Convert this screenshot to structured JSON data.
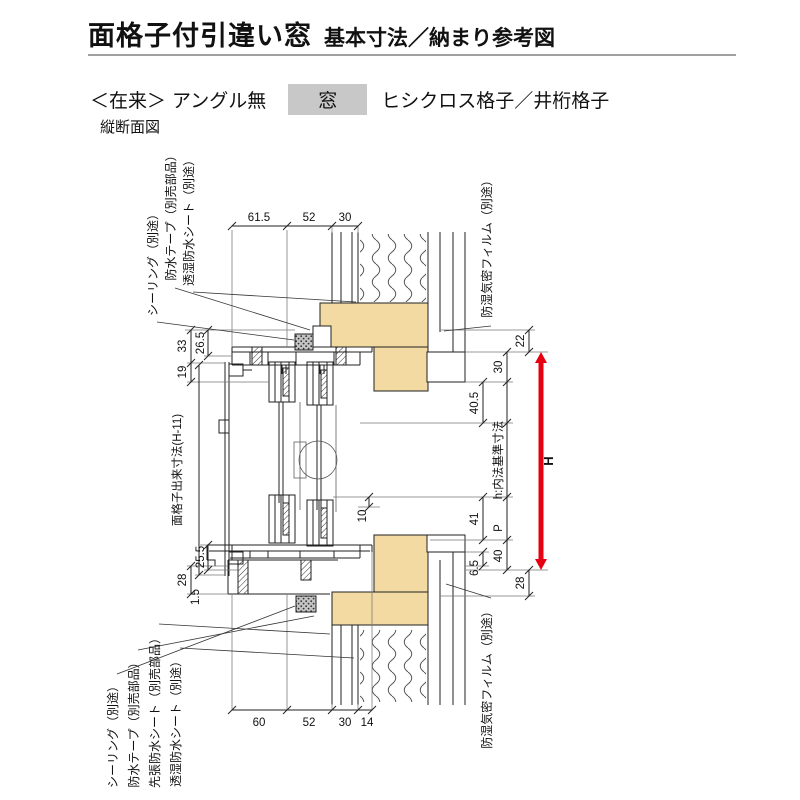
{
  "page": {
    "title_main": "面格子付引違い窓",
    "title_sub": "基本寸法／納まり参考図",
    "variant": "＜在来＞",
    "angle": "アングル無",
    "badge": "窓",
    "lattice": "ヒシクロス格子／井桁格子",
    "section": "縦断面図"
  },
  "callouts": {
    "top_left": [
      "シーリング（別途）",
      "防水テープ（別売部品）",
      "透湿防水シート（別途）"
    ],
    "top_right": "防湿気密フィルム（別途）",
    "bottom_left": [
      "シーリング（別途）",
      "防水テープ（別売部品）",
      "先張防水シート（別売部品）",
      "透湿防水シート（別途）"
    ],
    "bottom_right": "防湿気密フィルム（別途）"
  },
  "dims": {
    "top": [
      "61.5",
      "52",
      "30"
    ],
    "bottom": [
      "60",
      "52",
      "30",
      "14"
    ],
    "left_33": "33",
    "left_265": "26.5",
    "left_19": "19",
    "lattice_height": "面格子出来寸法(H-11)",
    "left_255": "25.5",
    "left_28": "28",
    "left_15": "1.5",
    "right_22": "22",
    "right_30": "30",
    "right_405": "40.5",
    "right_h": "h:内法基準寸法",
    "right_H": "H",
    "right_P": "P",
    "right_41": "41",
    "right_10": "10",
    "right_40": "40",
    "right_65": "6.5",
    "right_28": "28"
  },
  "colors": {
    "wood": "#f3d9a2",
    "arrow": "#e60012",
    "badge_bg": "#c8c8c8",
    "rule": "#a0a0a0"
  }
}
